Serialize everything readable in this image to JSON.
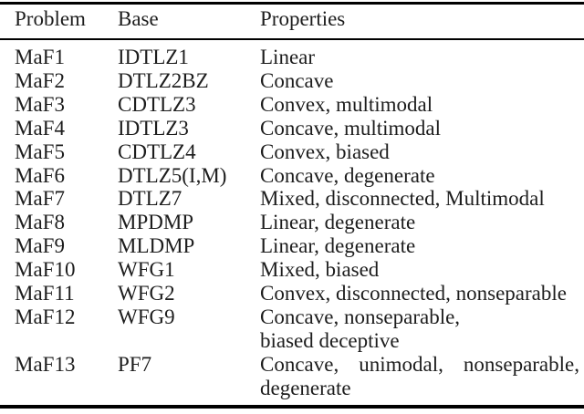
{
  "table": {
    "columns": [
      "Problem",
      "Base",
      "Properties"
    ],
    "rows": [
      {
        "problem": "MaF1",
        "base": "IDTLZ1",
        "properties": [
          "Linear"
        ]
      },
      {
        "problem": "MaF2",
        "base": "DTLZ2BZ",
        "properties": [
          "Concave"
        ]
      },
      {
        "problem": "MaF3",
        "base": "CDTLZ3",
        "properties": [
          "Convex, multimodal"
        ]
      },
      {
        "problem": "MaF4",
        "base": "IDTLZ3",
        "properties": [
          "Concave, multimodal"
        ]
      },
      {
        "problem": "MaF5",
        "base": "CDTLZ4",
        "properties": [
          "Convex, biased"
        ]
      },
      {
        "problem": "MaF6",
        "base": "DTLZ5(I,M)",
        "properties": [
          "Concave, degenerate"
        ]
      },
      {
        "problem": "MaF7",
        "base": "DTLZ7",
        "properties": [
          "Mixed, disconnected, Multimodal"
        ]
      },
      {
        "problem": "MaF8",
        "base": "MPDMP",
        "properties": [
          "Linear, degenerate"
        ]
      },
      {
        "problem": "MaF9",
        "base": "MLDMP",
        "properties": [
          "Linear, degenerate"
        ]
      },
      {
        "problem": "MaF10",
        "base": "WFG1",
        "properties": [
          "Mixed, biased"
        ]
      },
      {
        "problem": "MaF11",
        "base": "WFG2",
        "properties": [
          "Convex, disconnected, nonseparable"
        ]
      },
      {
        "problem": "MaF12",
        "base": "WFG9",
        "properties": [
          "Concave, nonseparable,",
          "biased deceptive"
        ]
      },
      {
        "problem": "MaF13",
        "base": "PF7",
        "properties": [
          "Concave, unimodal, nonseparable,",
          "degenerate"
        ],
        "justify_first_line": true
      }
    ]
  },
  "colors": {
    "background": "#ffffff",
    "text": "#1d1d1d",
    "rule": "#000000"
  }
}
